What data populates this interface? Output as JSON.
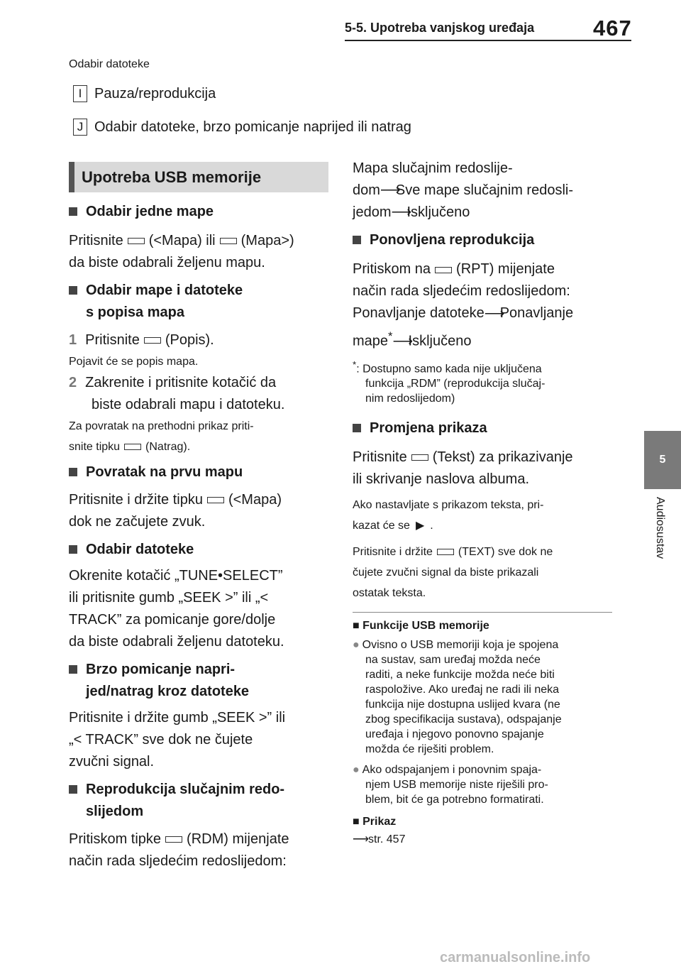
{
  "header": {
    "section": "5-5. Upotreba vanjskog uređaja",
    "page": "467"
  },
  "tab": {
    "number": "5",
    "side_label": "Audiosustav"
  },
  "top": {
    "pre": "Odabir datoteke",
    "items": [
      {
        "key": "I",
        "text": "Pauza/reprodukcija"
      },
      {
        "key": "J",
        "text": "Odabir datoteke, brzo pomicanje naprijed ili natrag"
      }
    ]
  },
  "left": {
    "section_title": "Upotreba USB memorije",
    "h1": "Odabir jedne mape",
    "p1a": "Pritisnite",
    "p1b": "(<Mapa) ili",
    "p1c": "(Mapa>)",
    "p1d": "da biste odabrali željenu mapu.",
    "h2a": "Odabir mape i datoteke",
    "h2b": "s popisa mapa",
    "s1n": "1",
    "s1a": "Pritisnite",
    "s1b": "(Popis).",
    "s1note": "Pojavit će se popis mapa.",
    "s2n": "2",
    "s2a": "Zakrenite i pritisnite kotačić da",
    "s2b": "biste odabrali mapu i datoteku.",
    "s2note1": "Za povratak na prethodni prikaz priti-",
    "s2note2a": "snite tipku",
    "s2note2b": "(Natrag).",
    "h3": "Povratak na prvu mapu",
    "p3a": "Pritisnite i držite tipku",
    "p3b": "(<Mapa)",
    "p3c": "dok ne začujete zvuk.",
    "h4": "Odabir datoteke",
    "p4a": "Okrenite kotačić „TUNE•SELECT”",
    "p4b": "ili pritisnite gumb „SEEK >” ili „<",
    "p4c": "TRACK” za pomicanje gore/dolje",
    "p4d": "da biste odabrali željenu datoteku.",
    "h5a": "Brzo pomicanje napri-",
    "h5b": "jed/natrag kroz datoteke",
    "p5a": "Pritisnite i držite gumb „SEEK >” ili",
    "p5b": "„< TRACK” sve dok ne čujete",
    "p5c": "zvučni signal.",
    "h6a": "Reprodukcija slučajnim redo-",
    "h6b": "slijedom",
    "p6a": "Pritiskom tipke",
    "p6b": "(RDM) mijenjate",
    "p6c": "način rada sljedećim redoslijedom:"
  },
  "right": {
    "p0a": "Mapa slučajnim redoslije-",
    "p0b": "dom",
    "p0c": "Sve mape slučajnim redosli-",
    "p0d": "jedom",
    "p0e": "Isključeno",
    "h1": "Ponovljena reprodukcija",
    "p1a": "Pritiskom na",
    "p1b": "(RPT) mijenjate",
    "p1c": "način rada sljedećim redoslijedom:",
    "p1d": "Ponavljanje datoteke",
    "p1e": "Ponavljanje",
    "p1f": "mape",
    "p1g": "Isključeno",
    "fn_mark": "*",
    "fn1": ": Dostupno samo kada nije uključena",
    "fn2": "funkcija „RDM” (reprodukcija slučaj-",
    "fn3": "nim redoslijedom)",
    "h2": "Promjena prikaza",
    "p2a": "Pritisnite",
    "p2b": "(Tekst) za prikazivanje",
    "p2c": "ili skrivanje naslova albuma.",
    "n1": "Ako nastavljate s prikazom teksta, pri-",
    "n2a": "kazat će se",
    "n2b": ".",
    "n3a": "Pritisnite i držite",
    "n3b": "(TEXT) sve dok ne",
    "n4": "čujete zvučni signal da biste prikazali",
    "n5": "ostatak teksta.",
    "fh": "Funkcije USB memorije",
    "b1": [
      "Ovisno o USB memoriji koja je spojena",
      "na sustav, sam uređaj možda neće",
      "raditi, a neke funkcije možda neće biti",
      "raspoložive. Ako uređaj ne radi ili neka",
      "funkcija nije dostupna uslijed kvara (ne",
      "zbog specifikacija sustava), odspajanje",
      "uređaja i njegovo ponovno spajanje",
      "možda će riješiti problem."
    ],
    "b2": [
      "Ako odspajanjem i ponovnim spaja-",
      "njem USB memorije niste riješili pro-",
      "blem, bit će ga potrebno formatirati."
    ],
    "ph": "Prikaz",
    "pref": "str. 457"
  },
  "footer": "carmanualsonline.info"
}
